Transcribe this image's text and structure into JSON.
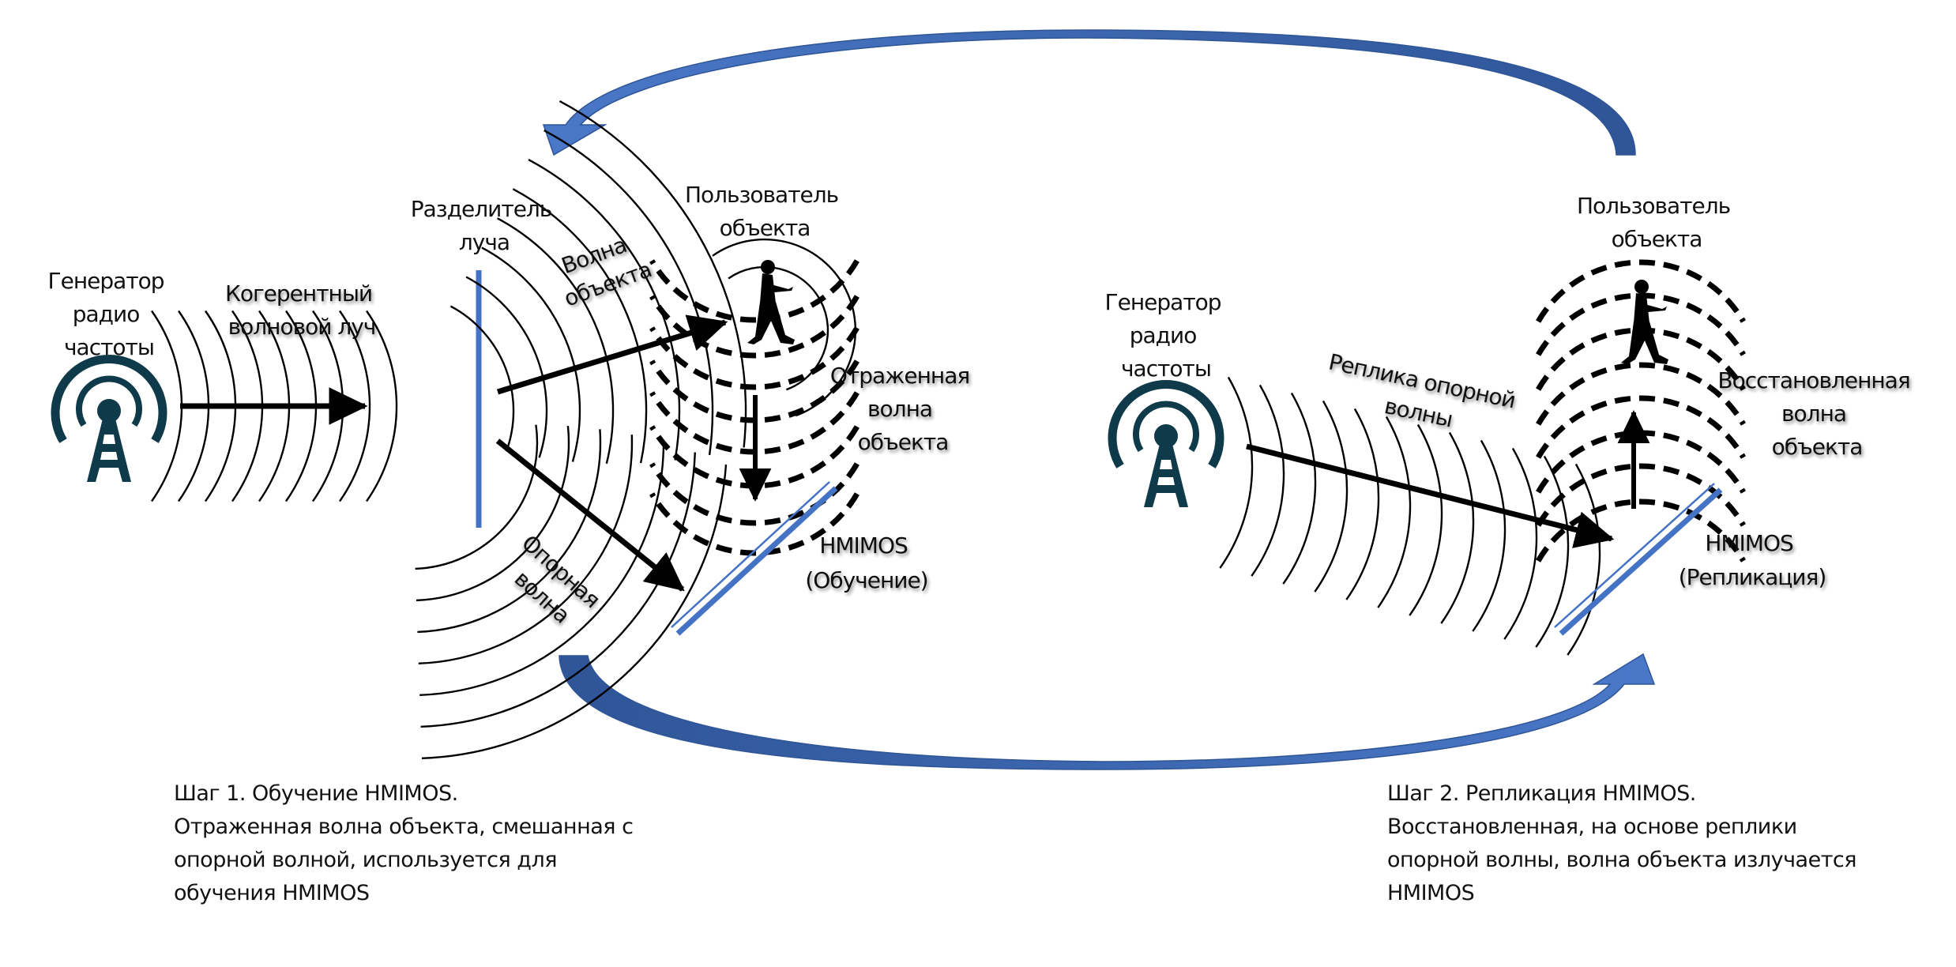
{
  "diagram": {
    "title": "HMIMOS holographic training and replication",
    "colors": {
      "antenna": "#0e3a4a",
      "panel": "#4472c4",
      "cycle_arrow": "#3f69b4",
      "cycle_arrow_dark": "#2f5597",
      "wave": "#000000",
      "text": "#111111"
    },
    "step1": {
      "generator_label": [
        "Генератор",
        "радио",
        "частоты"
      ],
      "beam_label": [
        "Когерентный",
        "волновой луч"
      ],
      "splitter_label": [
        "Разделитель",
        "луча"
      ],
      "object_wave_label": [
        "Волна",
        "объекта"
      ],
      "user_label": [
        "Пользователь",
        "объекта"
      ],
      "reflected_label": [
        "Отраженная",
        "волна",
        "объекта"
      ],
      "reference_label": [
        "Опорная",
        "волна"
      ],
      "panel_label": [
        "HMIMOS",
        "(Обучение)"
      ],
      "icons": {
        "generator": "radio-tower-icon",
        "user": "walking-person-icon",
        "splitter": "beam-splitter",
        "panel": "hmimos-panel"
      }
    },
    "step2": {
      "generator_label": [
        "Генератор",
        "радио",
        "частоты"
      ],
      "replica_label": [
        "Реплика опорной",
        "волны"
      ],
      "user_label": [
        "Пользователь",
        "объекта"
      ],
      "restored_label": [
        "Восстановленная",
        "волна",
        "объекта"
      ],
      "panel_label": [
        "HMIMOS",
        "(Репликация)"
      ],
      "icons": {
        "generator": "radio-tower-icon",
        "user": "walking-person-icon",
        "panel": "hmimos-panel"
      }
    },
    "captions": {
      "step1": [
        "Шаг 1. Обучение HMIMOS.",
        "Отраженная волна объекта, смешанная с",
        "опорной волной, используется для",
        "обучения HMIMOS"
      ],
      "step2": [
        "Шаг 2. Репликация HMIMOS.",
        "Восстановленная, на основе реплики",
        "опорной волны, волна объекта излучается",
        "HMIMOS"
      ]
    },
    "cycle_arrows": {
      "top": "step2-to-step1",
      "bottom": "step1-to-step2"
    }
  }
}
